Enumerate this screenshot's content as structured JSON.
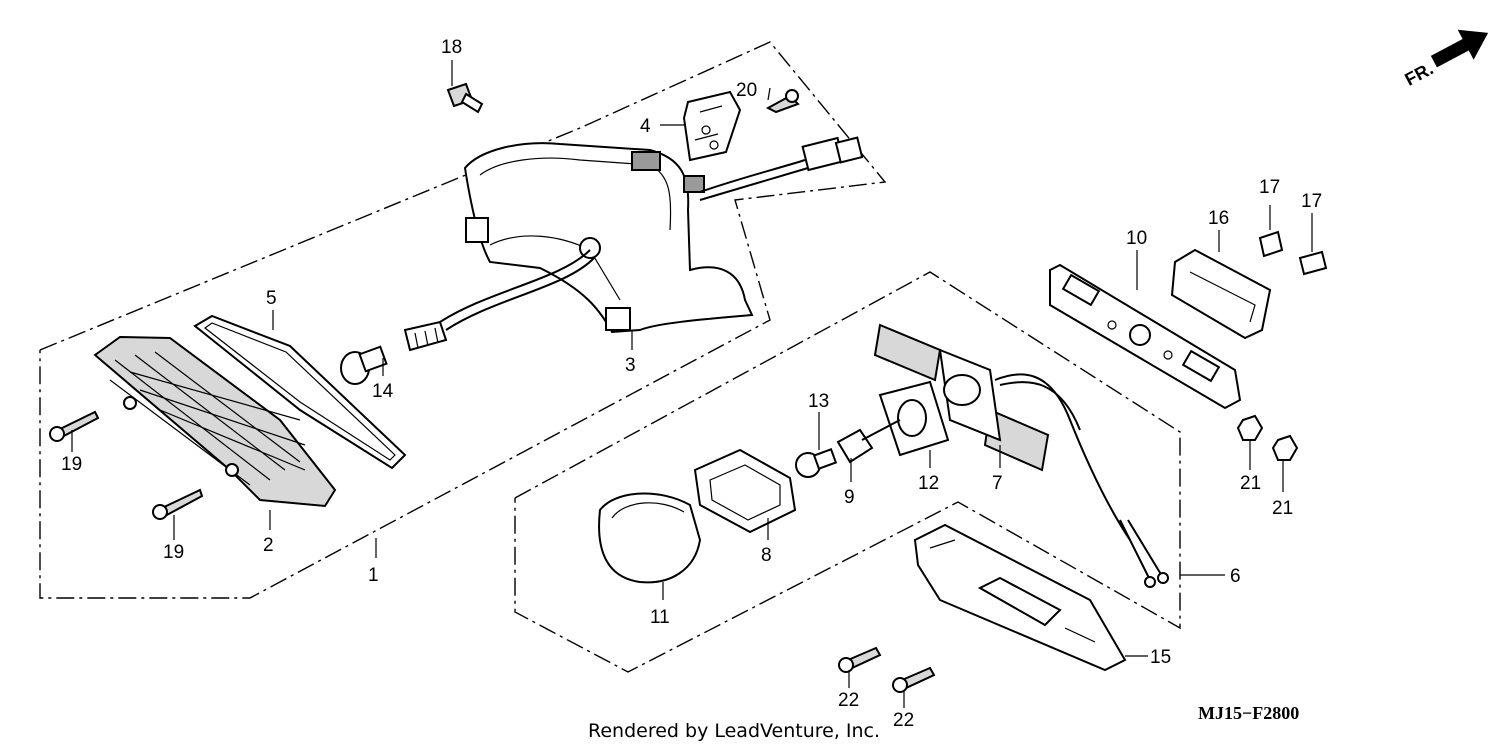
{
  "diagram": {
    "direction_marker": "FR.",
    "drawing_code": "MJ15−F2800",
    "credit": "Rendered by LeadVenture, Inc.",
    "callouts": [
      "1",
      "2",
      "3",
      "4",
      "5",
      "6",
      "7",
      "8",
      "9",
      "10",
      "11",
      "12",
      "13",
      "14",
      "15",
      "16",
      "17",
      "17",
      "18",
      "19",
      "19",
      "20",
      "21",
      "21",
      "22",
      "22"
    ]
  }
}
